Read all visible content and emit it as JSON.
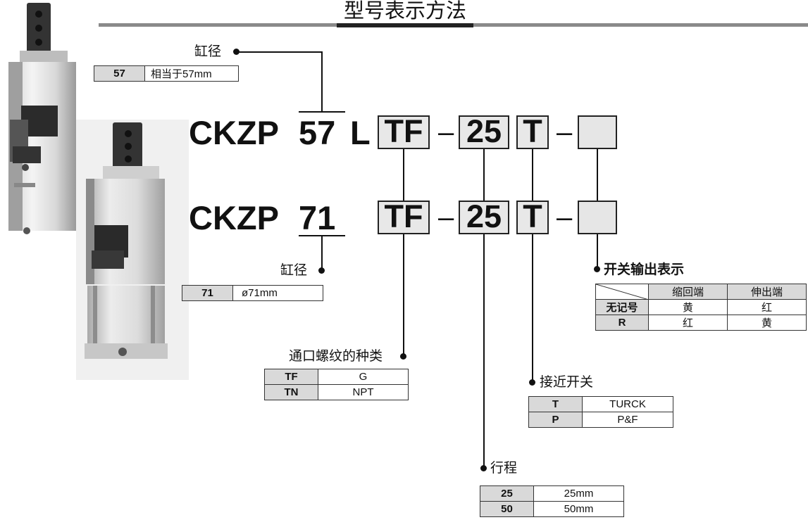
{
  "header": {
    "title": "型号表示方法"
  },
  "row1": {
    "prefix": "CKZP",
    "bore": "57",
    "suffix": "L",
    "port": "TF",
    "dash1": "–",
    "stroke": "25",
    "switch": "T",
    "dash2": "–",
    "output": ""
  },
  "row2": {
    "prefix": "CKZP",
    "bore": "71",
    "port": "TF",
    "dash1": "–",
    "stroke": "25",
    "switch": "T",
    "dash2": "–",
    "output": ""
  },
  "bore57": {
    "label": "缸径",
    "rows": [
      {
        "code": "57",
        "desc": "相当于57mm"
      }
    ]
  },
  "bore71": {
    "label": "缸径",
    "rows": [
      {
        "code": "71",
        "desc": "ø71mm"
      }
    ]
  },
  "port_thread": {
    "label": "通口螺纹的种类",
    "rows": [
      {
        "code": "TF",
        "desc": "G"
      },
      {
        "code": "TN",
        "desc": "NPT"
      }
    ]
  },
  "proximity_switch": {
    "label": "接近开关",
    "rows": [
      {
        "code": "T",
        "desc": "TURCK"
      },
      {
        "code": "P",
        "desc": "P&F"
      }
    ]
  },
  "stroke": {
    "label": "行程",
    "rows": [
      {
        "code": "25",
        "desc": "25mm"
      },
      {
        "code": "50",
        "desc": "50mm"
      }
    ]
  },
  "switch_output": {
    "label": "开关输出表示",
    "headers": [
      "缩回端",
      "伸出端"
    ],
    "rows": [
      {
        "code": "无记号",
        "retract": "黄",
        "extend": "红"
      },
      {
        "code": "R",
        "retract": "红",
        "extend": "黄"
      }
    ]
  }
}
